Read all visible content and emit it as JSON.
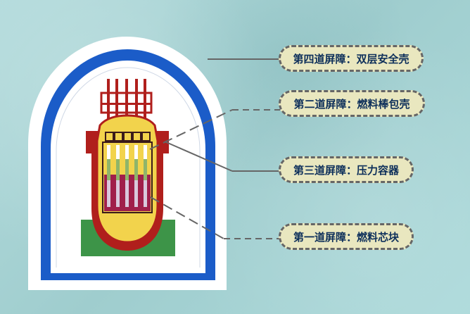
{
  "labels": {
    "barrier_4": "第四道屏障：双层安全壳",
    "barrier_2": "第二道屏障：燃料棒包壳",
    "barrier_3": "第三道屏障：压力容器",
    "barrier_1": "第一道屏障：燃料芯块"
  },
  "colors": {
    "containment_outer": "#1b5cc8",
    "containment_fill": "#ffffff",
    "vessel_red": "#b01f1c",
    "vessel_yellow": "#f2d34c",
    "base_green": "#3d9448",
    "label_fill": "#e9e7bf",
    "label_text": "#0d2f5a",
    "leader_line": "#666666"
  }
}
